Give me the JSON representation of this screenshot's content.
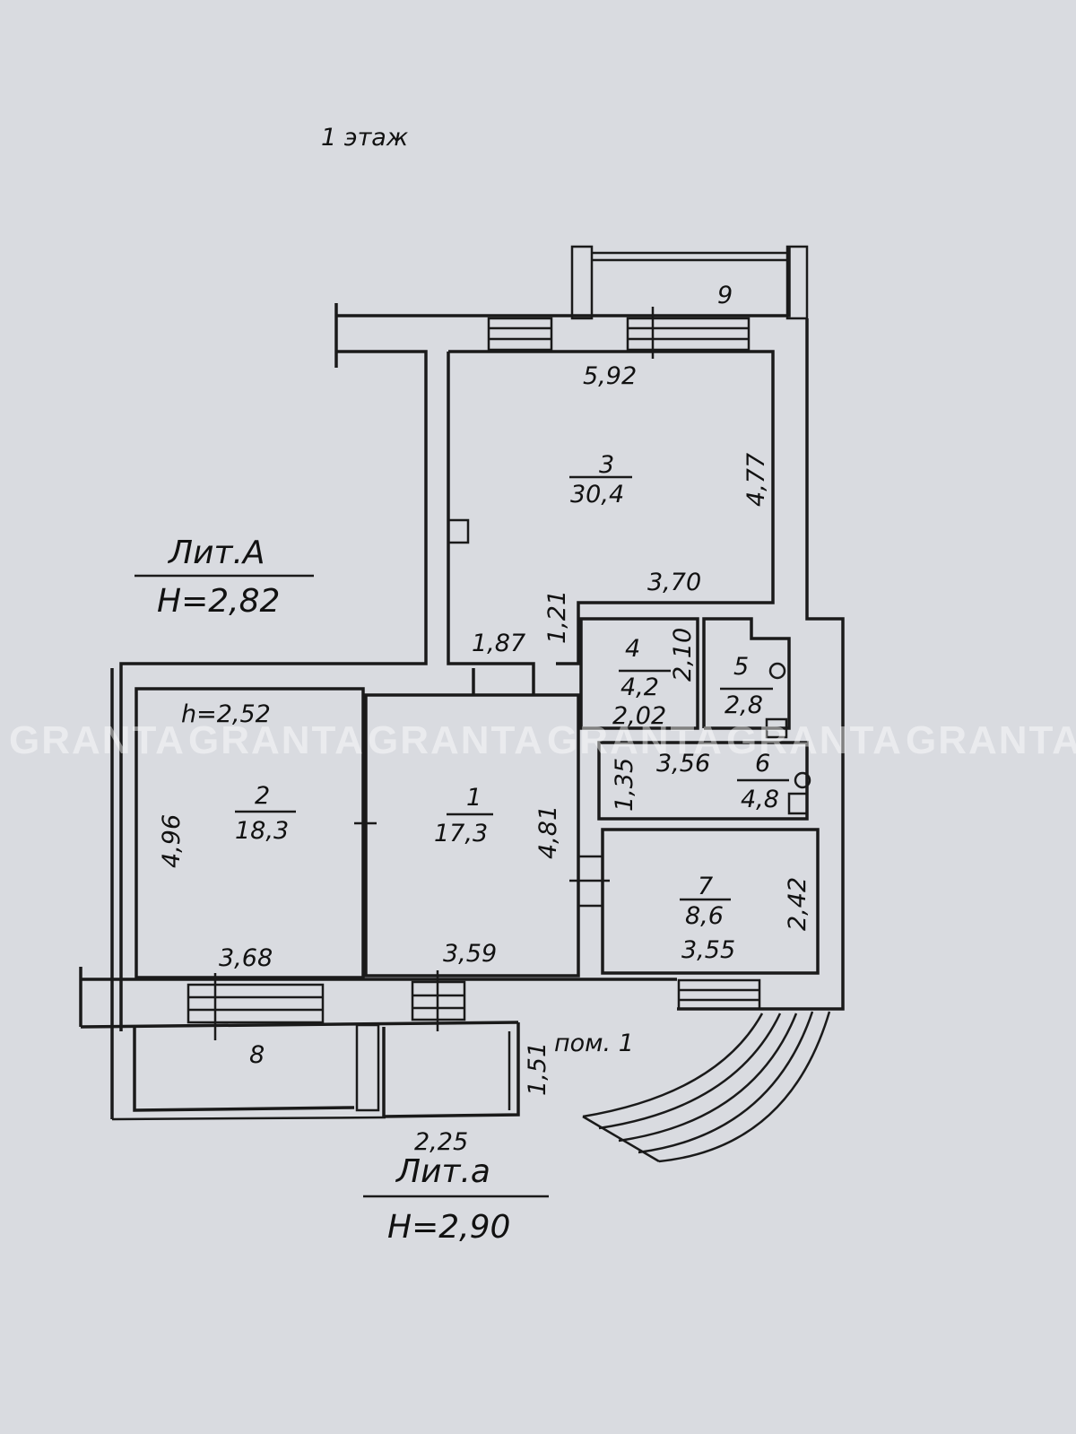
{
  "title": "1 этаж",
  "watermark": "GRANTA",
  "lit_a": {
    "label": "Лит.А",
    "height": "Н=2,82"
  },
  "lit_a_small": {
    "label": "Лит.а",
    "height": "Н=2,90"
  },
  "rooms": {
    "r1": {
      "number": "1",
      "area": "17,3",
      "dim_height": "4,81",
      "dim_width": "3,59"
    },
    "r2": {
      "number": "2",
      "area": "18,3",
      "dim_height": "4,96",
      "dim_width": "3,68",
      "ceiling": "h=2,52"
    },
    "r3": {
      "number": "3",
      "area": "30,4",
      "dim_top": "5,92",
      "dim_side": "4,77",
      "dim_bottom": "3,70",
      "dim_corridor_w": "1,87",
      "dim_corridor_h": "1,21"
    },
    "r4": {
      "number": "4",
      "area": "4,2",
      "dim_height": "2,10",
      "dim_width": "2,02"
    },
    "r5": {
      "number": "5",
      "area": "2,8"
    },
    "r6": {
      "number": "6",
      "area": "4,8",
      "dim_width": "3,56",
      "dim_height": "1,35"
    },
    "r7": {
      "number": "7",
      "area": "8,6",
      "dim_height": "2,42",
      "dim_width": "3,55"
    },
    "r8": {
      "number": "8",
      "dim_width": "2,25",
      "dim_height": "1,51"
    },
    "r9": {
      "number": "9"
    }
  },
  "premises_label": "пом. 1"
}
